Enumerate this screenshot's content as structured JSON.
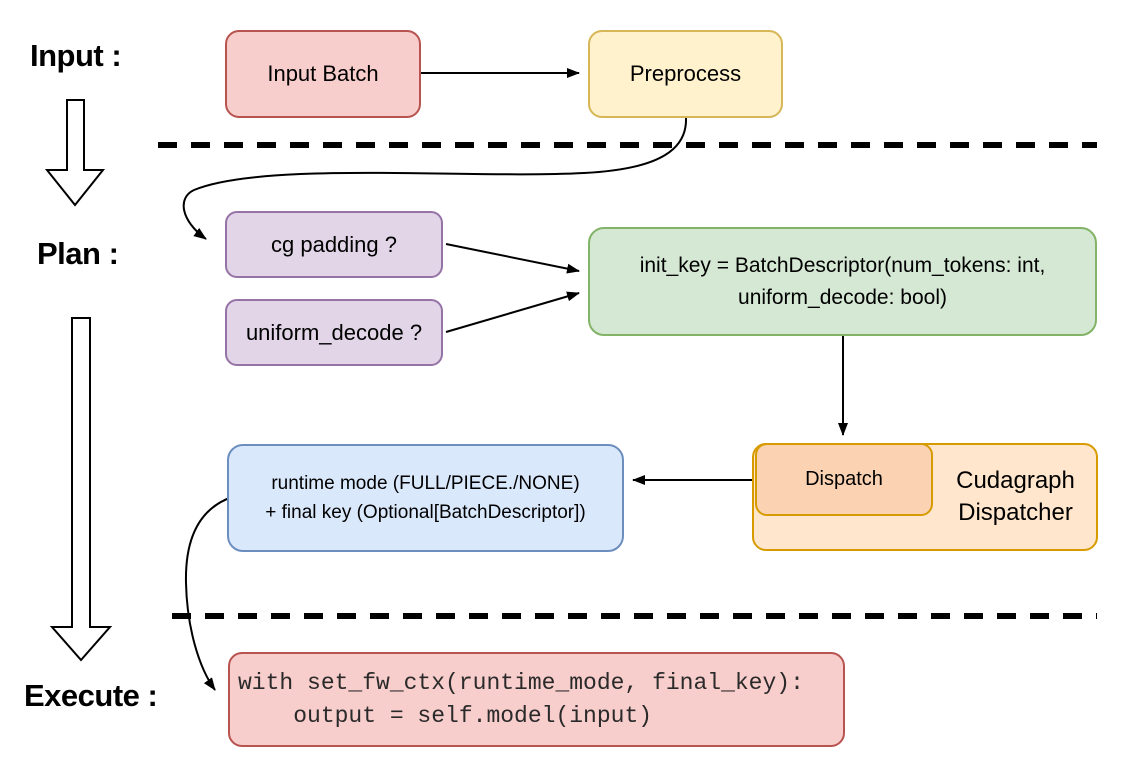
{
  "colors": {
    "background": "#ffffff",
    "line": "#000000",
    "red_fill": "#f8cecc",
    "red_stroke": "#b85450",
    "yellow_fill": "#fff2cc",
    "yellow_stroke": "#d6b656",
    "purple_fill": "#e1d5e7",
    "purple_stroke": "#9673a6",
    "green_fill": "#d5e8d4",
    "green_stroke": "#82b366",
    "blue_fill": "#dae8fc",
    "blue_stroke": "#6c8ebf",
    "orange_fill": "#ffe6cc",
    "orange_stroke": "#d79b00",
    "peach_fill": "#fbd3b2"
  },
  "stage_labels": {
    "input": "Input :",
    "plan": "Plan :",
    "execute": "Execute :"
  },
  "nodes": {
    "input_batch": {
      "label": "Input Batch"
    },
    "preprocess": {
      "label": "Preprocess"
    },
    "cg_padding": {
      "label": "cg padding ?"
    },
    "uniform_decode": {
      "label": "uniform_decode ?"
    },
    "init_key": {
      "line1": "init_key = BatchDescriptor(num_tokens: int,",
      "line2": "uniform_decode: bool)"
    },
    "cudagraph_dispatcher": {
      "line1": "Cudagraph",
      "line2": "Dispatcher"
    },
    "dispatch": {
      "label": "Dispatch"
    },
    "runtime_mode": {
      "line1": "runtime mode (FULL/PIECE./NONE)",
      "line2": "+ final key (Optional[BatchDescriptor])"
    },
    "execute_code": {
      "line1": "with set_fw_ctx(runtime_mode, final_key):",
      "line2": "    output = self.model(input)"
    }
  }
}
